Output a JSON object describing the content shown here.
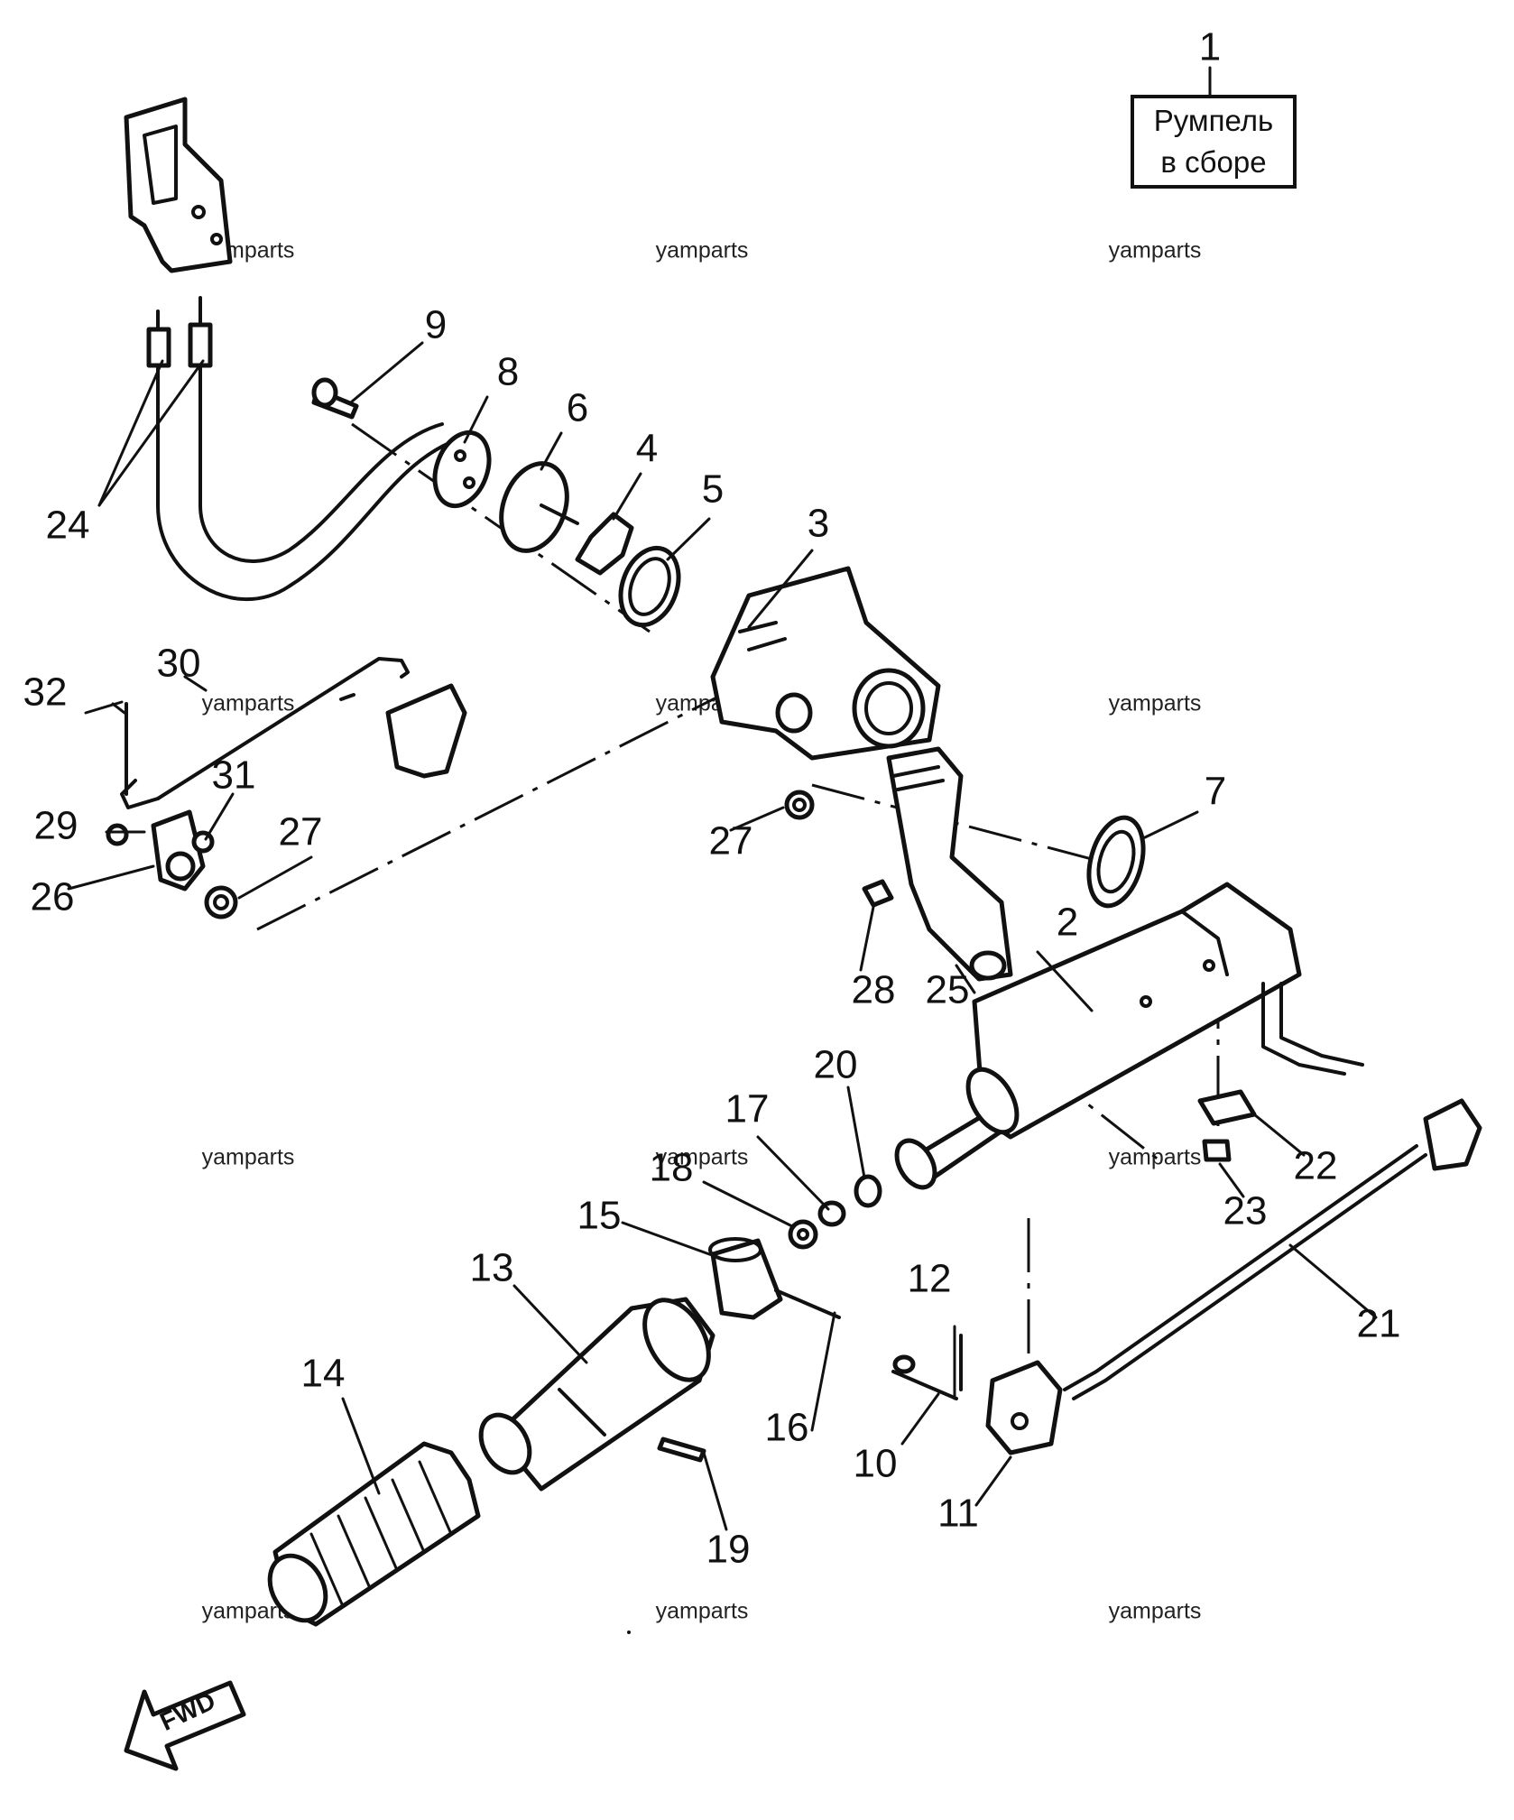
{
  "title_box": {
    "line1": "Румпель",
    "line2": "в сборе",
    "number": "1"
  },
  "labels": {
    "n2": "2",
    "n3": "3",
    "n4": "4",
    "n5": "5",
    "n6": "6",
    "n7": "7",
    "n8": "8",
    "n9": "9",
    "n10": "10",
    "n11": "11",
    "n12": "12",
    "n13": "13",
    "n14": "14",
    "n15": "15",
    "n16": "16",
    "n17": "17",
    "n18": "18",
    "n19": "19",
    "n20": "20",
    "n21": "21",
    "n22": "22",
    "n23": "23",
    "n24": "24",
    "n25": "25",
    "n26": "26",
    "n27": "27",
    "n28": "28",
    "n29": "29",
    "n30": "30",
    "n31": "31",
    "n32": "32"
  },
  "watermark": "yamparts",
  "direction_tag": "FWD"
}
